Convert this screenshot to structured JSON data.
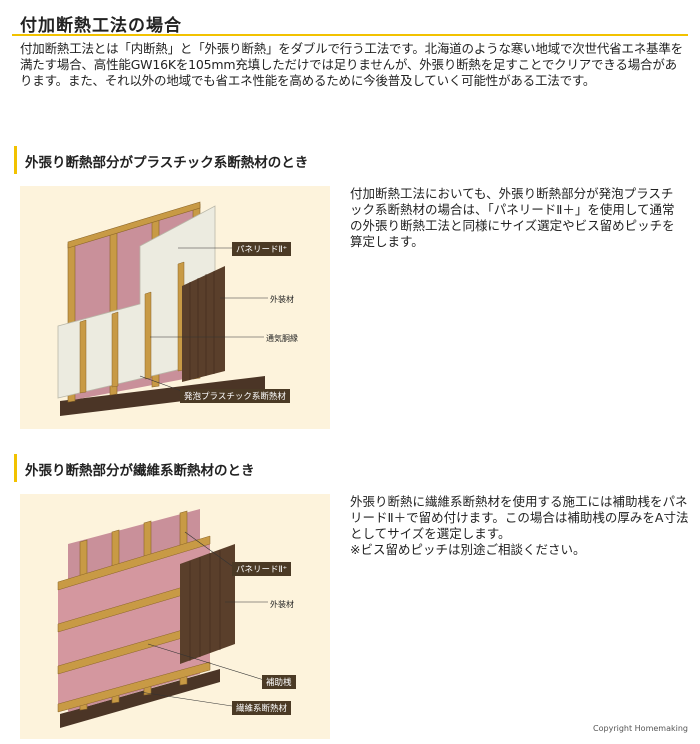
{
  "page": {
    "title": "付加断熱工法の場合",
    "intro": "付加断熱工法とは「内断熱」と「外張り断熱」をダブルで行う工法です。北海道のような寒い地域で次世代省エネ基準を満たす場合、高性能GW16Kを105mm充填しただけでは足りませんが、外張り断熱を足すことでクリアできる場合があります。また、それ以外の地域でも省エネ性能を高めるために今後普及していく可能性がある工法です。"
  },
  "sections": [
    {
      "heading": "外張り断熱部分がプラスチック系断熱材のとき",
      "description": "付加断熱工法においても、外張り断熱部分が発泡プラスチック系断熱材の場合は、「パネリードⅡ＋」を使用して通常の外張り断熱工法と同様にサイズ選定やビス留めピッチを算定します。",
      "labels": {
        "screw": "パネリードⅡ⁺",
        "siding": "外装材",
        "air_batten": "通気胴縁",
        "insulation": "発泡プラスチック系断熱材"
      }
    },
    {
      "heading": "外張り断熱部分が繊維系断熱材のとき",
      "description": "外張り断熱に繊維系断熱材を使用する施工には補助桟をパネリードⅡ＋で留め付けます。この場合は補助桟の厚みをA寸法としてサイズを選定します。\n※ビス留めピッチは別途ご相談ください。",
      "labels": {
        "screw": "パネリードⅡ⁺",
        "siding": "外装材",
        "aux_batten": "補助桟",
        "insulation": "繊維系断熱材"
      }
    }
  ],
  "footer": {
    "copyright": "Copyright Homemaking"
  },
  "colors": {
    "accent": "#f2c200",
    "illustration_bg": "#fdf3dc",
    "glass_wool_pink": "#c9909a",
    "wood": "#c89a45",
    "foam_board": "#ecebe0",
    "siding_brown": "#5a3f2b"
  }
}
